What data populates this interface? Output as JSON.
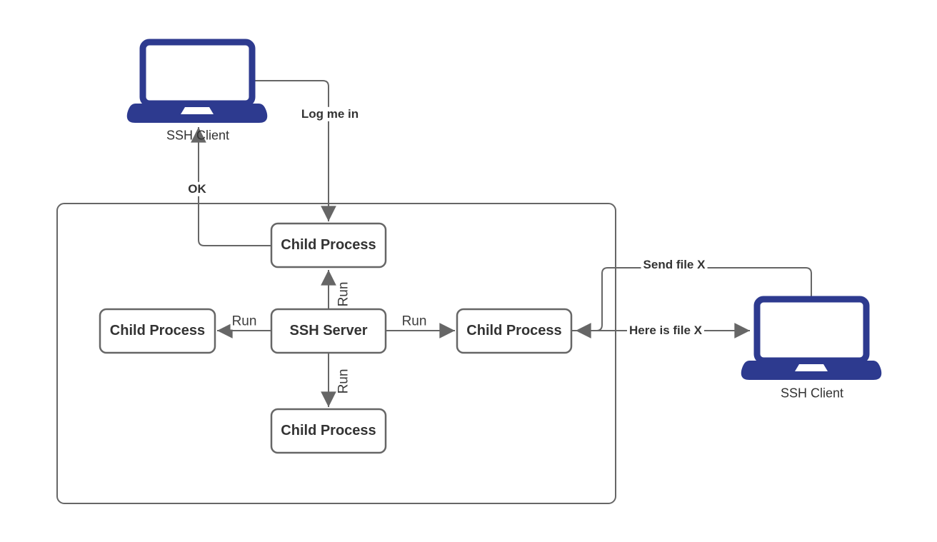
{
  "diagram": {
    "nodes": {
      "child_top": {
        "label": "Child Process"
      },
      "child_left": {
        "label": "Child Process"
      },
      "child_right": {
        "label": "Child Process"
      },
      "child_bottom": {
        "label": "Child Process"
      },
      "ssh_server": {
        "label": "SSH Server"
      }
    },
    "clients": {
      "left": {
        "label": "SSH Client"
      },
      "right": {
        "label": "SSH Client"
      }
    },
    "edges": {
      "log_me_in": {
        "label": "Log me in"
      },
      "ok": {
        "label": "OK"
      },
      "run_up": {
        "label": "Run"
      },
      "run_down": {
        "label": "Run"
      },
      "run_left": {
        "label": "Run"
      },
      "run_right": {
        "label": "Run"
      },
      "send_file": {
        "label": "Send file X"
      },
      "here_is_file": {
        "label": "Here is file X"
      }
    },
    "colors": {
      "laptop": "#2d3a8f",
      "line": "#666666",
      "text": "#333333"
    }
  }
}
